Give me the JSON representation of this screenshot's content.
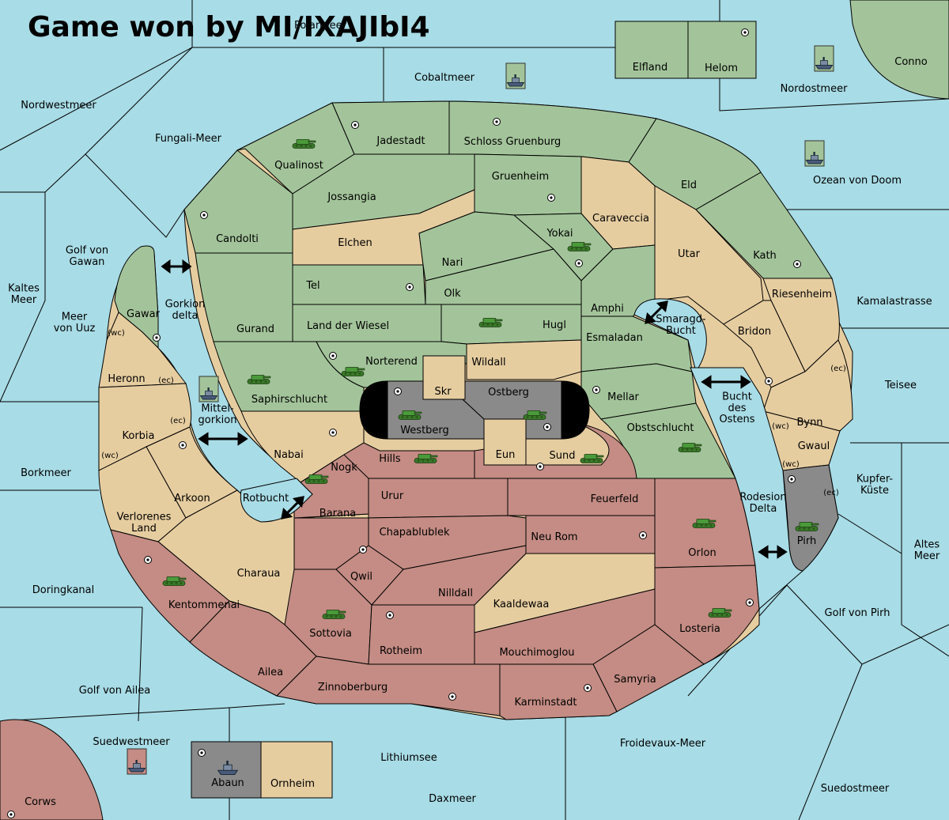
{
  "title": "Game won by MI/IXAJIbI4",
  "colors": {
    "sea": "#a8dce6",
    "green": "#a3c49a",
    "tan": "#e6cda0",
    "red": "#c48c84",
    "gray": "#8a8a8a",
    "tank": "#4a9a3a"
  },
  "territories": [
    {
      "name": "Polarmeer"
    },
    {
      "name": "Elfland"
    },
    {
      "name": "Helom"
    },
    {
      "name": "Conno"
    },
    {
      "name": "Cobaltmeer"
    },
    {
      "name": "Nordostmeer"
    },
    {
      "name": "Nordwestmeer"
    },
    {
      "name": "Fungali-Meer"
    },
    {
      "name": "Jadestadt"
    },
    {
      "name": "Schloss Gruenburg"
    },
    {
      "name": "Qualinost"
    },
    {
      "name": "Gruenheim"
    },
    {
      "name": "Eld"
    },
    {
      "name": "Ozean von Doom"
    },
    {
      "name": "Jossangia"
    },
    {
      "name": "Caraveccia"
    },
    {
      "name": "Candolti"
    },
    {
      "name": "Elchen"
    },
    {
      "name": "Yokai"
    },
    {
      "name": "Nari"
    },
    {
      "name": "Utar"
    },
    {
      "name": "Kath"
    },
    {
      "name": "Golf von Gawan"
    },
    {
      "name": "Tel"
    },
    {
      "name": "Olk"
    },
    {
      "name": "Riesenheim"
    },
    {
      "name": "Kaltes Meer"
    },
    {
      "name": "Amphi"
    },
    {
      "name": "Kamalastrasse"
    },
    {
      "name": "Gawar"
    },
    {
      "name": "Gorkion delta"
    },
    {
      "name": "Meer von Uuz"
    },
    {
      "name": "Land der Wiesel"
    },
    {
      "name": "Hugl"
    },
    {
      "name": "Gurand"
    },
    {
      "name": "Smaragd-Bucht"
    },
    {
      "name": "Bridon"
    },
    {
      "name": "Esmaladan"
    },
    {
      "name": "Norterend"
    },
    {
      "name": "Wildall"
    },
    {
      "name": "Heronn"
    },
    {
      "name": "Teisee"
    },
    {
      "name": "Skr"
    },
    {
      "name": "Ostberg"
    },
    {
      "name": "Saphirschlucht"
    },
    {
      "name": "Mellar"
    },
    {
      "name": "Bucht des Ostens"
    },
    {
      "name": "Bynn"
    },
    {
      "name": "Mittel-gorkion"
    },
    {
      "name": "Westberg"
    },
    {
      "name": "Obstschlucht"
    },
    {
      "name": "Korbia"
    },
    {
      "name": "Gwaul"
    },
    {
      "name": "Nabai"
    },
    {
      "name": "Eun"
    },
    {
      "name": "Hills"
    },
    {
      "name": "Sund"
    },
    {
      "name": "Borkmeer"
    },
    {
      "name": "Nogk"
    },
    {
      "name": "Kupfer-Küste"
    },
    {
      "name": "Arkoon"
    },
    {
      "name": "Urur"
    },
    {
      "name": "Rotbucht"
    },
    {
      "name": "Feuerfeld"
    },
    {
      "name": "Rodesion Delta"
    },
    {
      "name": "Verlorenes Land"
    },
    {
      "name": "Barana"
    },
    {
      "name": "Chapablublek"
    },
    {
      "name": "Pirh"
    },
    {
      "name": "Neu Rom"
    },
    {
      "name": "Orlon"
    },
    {
      "name": "Altes Meer"
    },
    {
      "name": "Charaua"
    },
    {
      "name": "Qwil"
    },
    {
      "name": "Doringkanal"
    },
    {
      "name": "Nilldall"
    },
    {
      "name": "Kaaldewaa"
    },
    {
      "name": "Kentommenai"
    },
    {
      "name": "Golf von Pirh"
    },
    {
      "name": "Sottovia"
    },
    {
      "name": "Losteria"
    },
    {
      "name": "Rotheim"
    },
    {
      "name": "Mouchimoglou"
    },
    {
      "name": "Ailea"
    },
    {
      "name": "Samyria"
    },
    {
      "name": "Zinnoberburg"
    },
    {
      "name": "Golf von Ailea"
    },
    {
      "name": "Karminstadt"
    },
    {
      "name": "Suedwestmeer"
    },
    {
      "name": "Froidevaux-Meer"
    },
    {
      "name": "Lithiumsee"
    },
    {
      "name": "Abaun"
    },
    {
      "name": "Ornheim"
    },
    {
      "name": "Suedostmeer"
    },
    {
      "name": "Daxmeer"
    },
    {
      "name": "Corws"
    }
  ],
  "coast_tags": {
    "wc": "(wc)",
    "ec": "(ec)"
  }
}
